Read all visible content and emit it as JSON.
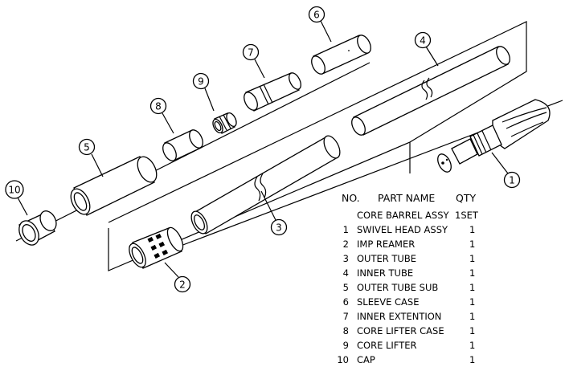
{
  "callouts": [
    "1",
    "2",
    "3",
    "4",
    "5",
    "6",
    "7",
    "8",
    "9",
    "10"
  ],
  "table": {
    "headers": {
      "no": "NO.",
      "part": "PART NAME",
      "qty": "QTY"
    },
    "assembly": {
      "part": "CORE BARREL ASSY",
      "qty": "1SET"
    },
    "rows": [
      {
        "no": "1",
        "part": "SWIVEL HEAD ASSY",
        "qty": "1"
      },
      {
        "no": "2",
        "part": "IMP REAMER",
        "qty": "1"
      },
      {
        "no": "3",
        "part": "OUTER TUBE",
        "qty": "1"
      },
      {
        "no": "4",
        "part": "INNER TUBE",
        "qty": "1"
      },
      {
        "no": "5",
        "part": "OUTER TUBE SUB",
        "qty": "1"
      },
      {
        "no": "6",
        "part": "SLEEVE CASE",
        "qty": "1"
      },
      {
        "no": "7",
        "part": "INNER EXTENTION",
        "qty": "1"
      },
      {
        "no": "8",
        "part": "CORE LIFTER CASE",
        "qty": "1"
      },
      {
        "no": "9",
        "part": "CORE LIFTER",
        "qty": "1"
      },
      {
        "no": "10",
        "part": "CAP",
        "qty": "1"
      }
    ]
  }
}
